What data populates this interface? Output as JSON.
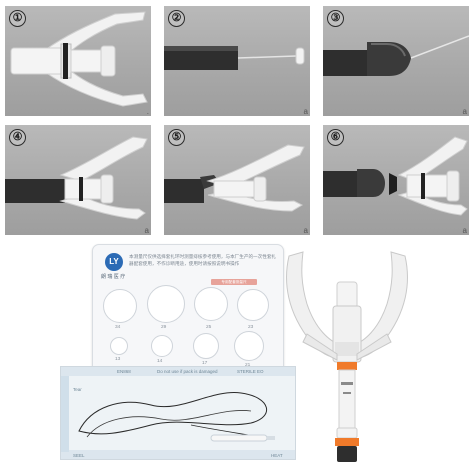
{
  "steps": [
    {
      "number": "①",
      "corner": "."
    },
    {
      "number": "②",
      "corner": "a"
    },
    {
      "number": "③",
      "corner": "a"
    },
    {
      "number": "④",
      "corner": "a"
    },
    {
      "number": "⑤",
      "corner": "a"
    },
    {
      "number": "⑥",
      "corner": "a"
    }
  ],
  "gauge": {
    "logo": "LY",
    "logo_sub": "朗 瑞 医 疗",
    "text": "本测量尺仅供选择套扎环时测量痔核参考使用，与本厂生产的一次性套扎器配套使用，不作诊断用途，使用时请按照说明书操作",
    "stamp": "专用配套测量尺",
    "holes": [
      {
        "label": "34"
      },
      {
        "label": "29"
      },
      {
        "label": "25"
      },
      {
        "label": "23"
      },
      {
        "label": "13"
      },
      {
        "label": "14"
      },
      {
        "label": "17"
      },
      {
        "label": "21"
      }
    ]
  },
  "pouch": {
    "code": "EN868",
    "warning": "Do not use if pack is damaged",
    "sterile": "STERILE EO",
    "left_txt": "SEEL",
    "right_txt": "HEAT",
    "mini_txt": "Tear"
  },
  "colors": {
    "panel_bg": "#aaaaaa",
    "device_white": "#f2f2f2",
    "orange_ring": "#f07a2a",
    "dark_tube": "#2e2e2e",
    "logo_blue": "#2c6bb5"
  }
}
